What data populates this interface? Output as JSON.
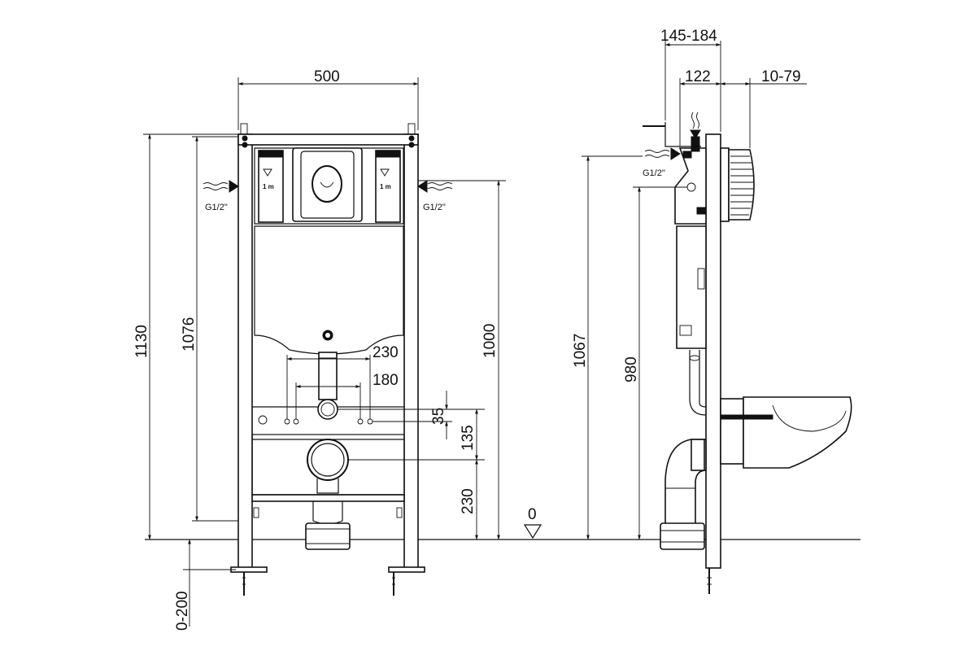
{
  "front_view": {
    "width_label": "500",
    "height_total_label": "1130",
    "height_frame_label": "1076",
    "height_button_label": "1000",
    "inlet_left_label": "G1/2\"",
    "inlet_right_label": "G1/2\"",
    "tank_mark_left": "1 m",
    "tank_mark_right": "1 m",
    "bolt_spacing_outer_label": "230",
    "bolt_spacing_inner_label": "180",
    "bolt_offset_label": "35",
    "drain_offset_label": "135",
    "outlet_height_label": "230",
    "floor_level_label": "0",
    "foot_adjust_label": "0-200"
  },
  "side_view": {
    "depth_total_label": "145-184",
    "depth_frame_label": "122",
    "wall_depth_label": "10-79",
    "inlet_label": "G1/2\"",
    "inlet_height_label": "1067",
    "tank_height_label": "980"
  },
  "colors": {
    "line": "#111111",
    "background": "#ffffff"
  }
}
